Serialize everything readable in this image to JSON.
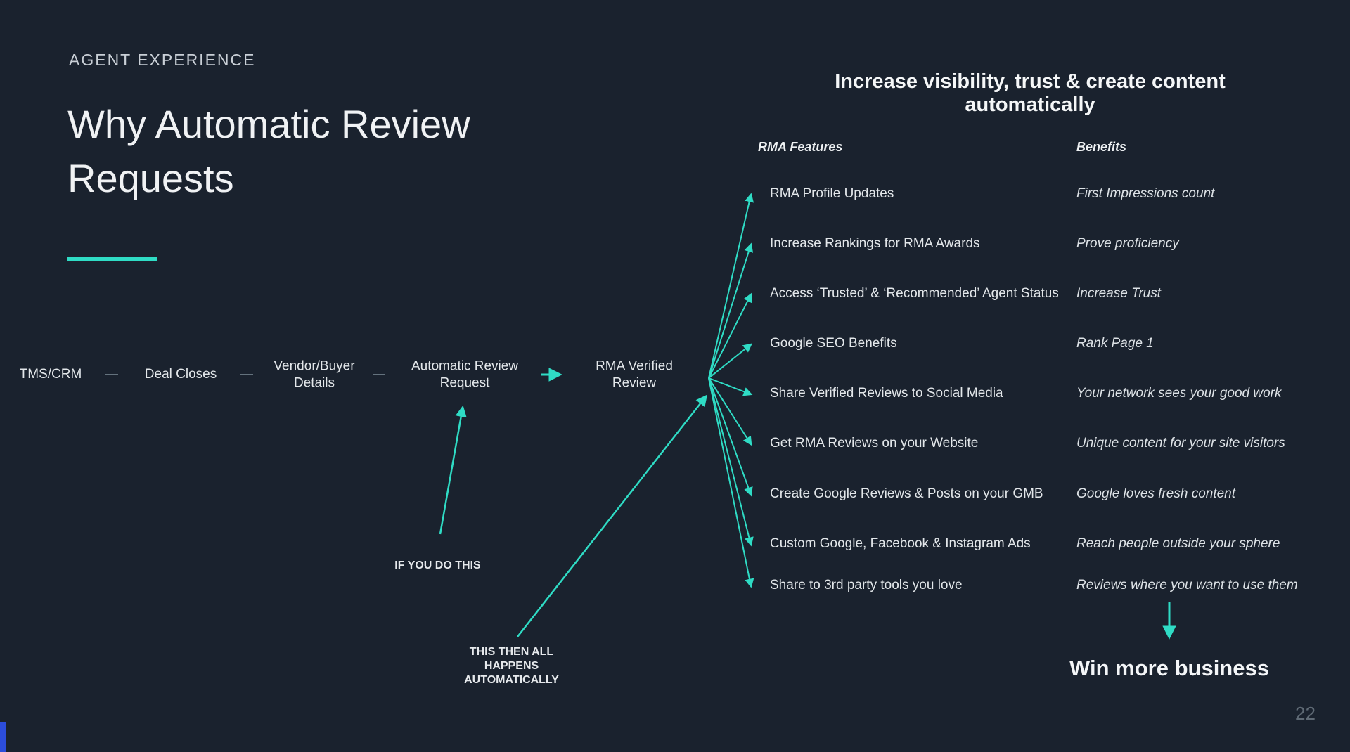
{
  "slide": {
    "kicker": "AGENT EXPERIENCE",
    "title_lines": [
      "Why Automatic Review",
      "Requests"
    ],
    "page_number": "22"
  },
  "flow": {
    "steps": [
      "TMS/CRM",
      "Deal Closes",
      "Vendor/Buyer Details",
      "Automatic Review Request",
      "RMA Verified Review"
    ],
    "annotation_do": "IF YOU DO THIS",
    "annotation_then": "THIS THEN ALL HAPPENS AUTOMATICALLY"
  },
  "table": {
    "heading": "Increase visibility, trust & create content automatically",
    "features_header": "RMA Features",
    "benefits_header": "Benefits",
    "rows": [
      {
        "feature": "RMA Profile Updates",
        "benefit": "First Impressions count"
      },
      {
        "feature": "Increase Rankings for RMA Awards",
        "benefit": "Prove proficiency"
      },
      {
        "feature": "Access ‘Trusted’ & ‘Recommended’ Agent Status",
        "benefit": "Increase Trust"
      },
      {
        "feature": "Google SEO Benefits",
        "benefit": "Rank Page 1"
      },
      {
        "feature": "Share Verified Reviews to Social Media",
        "benefit": "Your network sees your good work"
      },
      {
        "feature": "Get RMA Reviews on your Website",
        "benefit": "Unique content for your site visitors"
      },
      {
        "feature": "Create Google Reviews & Posts on your GMB",
        "benefit": "Google loves fresh content"
      },
      {
        "feature": "Custom Google, Facebook & Instagram Ads",
        "benefit": "Reach people outside your sphere"
      },
      {
        "feature": "Share to 3rd party tools you love",
        "benefit": "Reviews where you want to use them"
      }
    ],
    "outcome": "Win more business"
  },
  "colors": {
    "accent": "#2fdcc5",
    "background": "#1a222e",
    "edge_accent": "#2c4ddb"
  }
}
